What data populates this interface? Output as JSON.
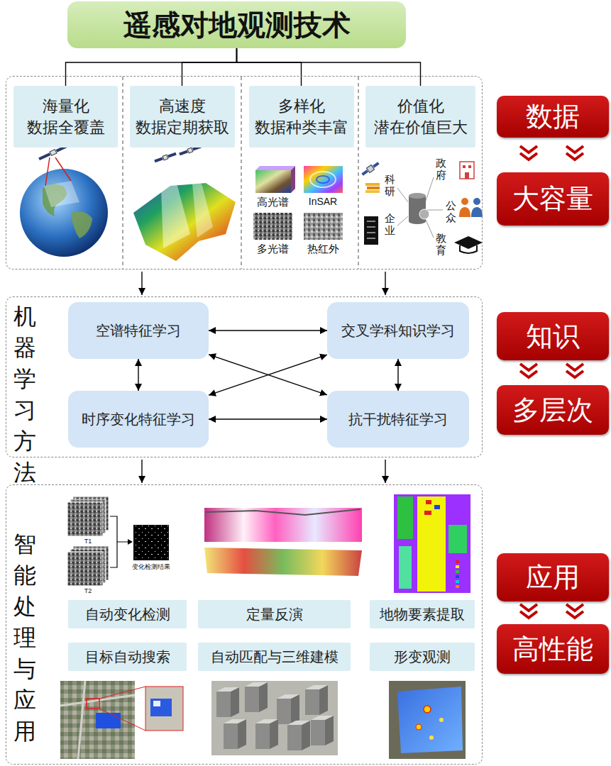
{
  "diagram": {
    "nodes": [
      {
        "text": [
          "遥感对地观测技术"
        ]
      },
      {
        "text": []
      },
      {
        "text": [
          "海量化",
          "数据全覆盖"
        ],
        "in": 1
      },
      {
        "text": [
          "高速度",
          "数据定期获取"
        ],
        "in": 1
      },
      {
        "text": [
          "多样化",
          "数据种类丰富"
        ],
        "in": 1
      },
      {
        "text": [
          "价值化",
          "潜在价值巨大"
        ],
        "in": 1
      },
      {
        "text": [
          "机器学习方法"
        ]
      },
      {
        "text": [
          "空谱特征学习"
        ],
        "in": 6
      },
      {
        "text": [
          "交叉学科知识学习"
        ],
        "in": 6
      },
      {
        "text": [
          "时序变化特征学习"
        ],
        "in": 6
      },
      {
        "text": [
          "抗干扰特征学习"
        ],
        "in": 6
      },
      {
        "text": [
          "智能处理与应用"
        ]
      },
      {
        "text": [
          "自动变化检测"
        ],
        "in": 11
      },
      {
        "text": [
          "定量反演"
        ],
        "in": 11
      },
      {
        "text": [
          "地物要素提取"
        ],
        "in": 11
      },
      {
        "text": [
          "目标自动搜索"
        ],
        "in": 11
      },
      {
        "text": [
          "自动匹配与三维建模"
        ],
        "in": 11
      },
      {
        "text": [
          "形变观测"
        ],
        "in": 11
      },
      {
        "text": [
          "数据"
        ]
      },
      {
        "text": [
          "大容量"
        ]
      },
      {
        "text": [
          "知识"
        ]
      },
      {
        "text": [
          "多层次"
        ]
      },
      {
        "text": [
          "应用"
        ]
      },
      {
        "text": [
          "高性能"
        ]
      }
    ],
    "edges": [
      {
        "from": 0,
        "to": 2,
        "arrow": "none"
      },
      {
        "from": 0,
        "to": 3,
        "arrow": "none"
      },
      {
        "from": 0,
        "to": 4,
        "arrow": "none"
      },
      {
        "from": 0,
        "to": 5,
        "arrow": "none"
      },
      {
        "from": 1,
        "to": 6,
        "arrow": "to"
      },
      {
        "from": 1,
        "to": 6,
        "arrow": "to"
      },
      {
        "from": 7,
        "to": 9,
        "arrow": "both"
      },
      {
        "from": 8,
        "to": 10,
        "arrow": "both"
      },
      {
        "from": 7,
        "to": 10,
        "arrow": "both"
      },
      {
        "from": 8,
        "to": 9,
        "arrow": "both"
      },
      {
        "from": 7,
        "to": 8,
        "arrow": "both"
      },
      {
        "from": 9,
        "to": 10,
        "arrow": "both"
      },
      {
        "from": 6,
        "to": 11,
        "arrow": "to"
      },
      {
        "from": 6,
        "to": 11,
        "arrow": "to"
      }
    ],
    "labels": [
      "高光谱",
      "InSAR",
      "多光谱",
      "热红外",
      "科研",
      "企业",
      "政府",
      "公众",
      "教育",
      "T1",
      "T2",
      "变化检测结果"
    ]
  }
}
